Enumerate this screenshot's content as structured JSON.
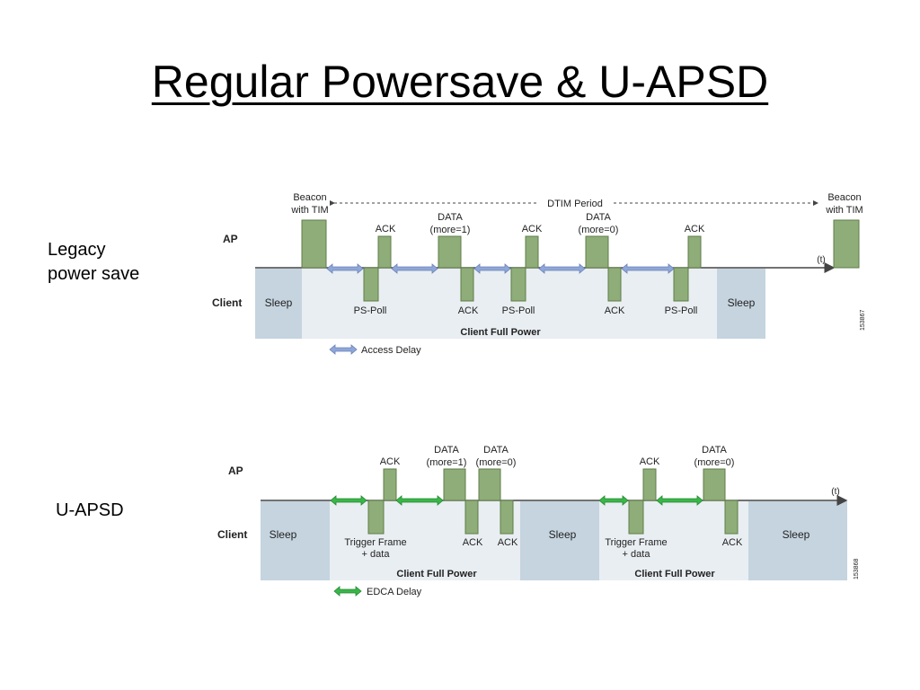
{
  "slide": {
    "title": "Regular Powersave & U-APSD",
    "label_legacy_line1": "Legacy",
    "label_legacy_line2": "power save",
    "label_uapsd": "U-APSD"
  },
  "legacy": {
    "ap_label": "AP",
    "client_label": "Client",
    "beacon1": [
      "Beacon",
      "with TIM"
    ],
    "beacon2": [
      "Beacon",
      "with TIM"
    ],
    "dtim": "DTIM Period",
    "time_axis": "(t)",
    "ack": "ACK",
    "data_more1": [
      "DATA",
      "(more=1)"
    ],
    "data_more0": [
      "DATA",
      "(more=0)"
    ],
    "ps_poll": "PS-Poll",
    "sleep": "Sleep",
    "full_power": "Client Full Power",
    "legend": "Access Delay",
    "fig_id": "153867"
  },
  "uapsd": {
    "ap_label": "AP",
    "client_label": "Client",
    "time_axis": "(t)",
    "ack": "ACK",
    "data_more1": [
      "DATA",
      "(more=1)"
    ],
    "data_more0": [
      "DATA",
      "(more=0)"
    ],
    "trigger": [
      "Trigger Frame",
      "+ data"
    ],
    "sleep": "Sleep",
    "full_power": "Client Full Power",
    "legend": "EDCA Delay",
    "fig_id": "153868"
  },
  "colors": {
    "frame": "#8fad78",
    "frame_stroke": "#5f7d4a",
    "sleep": "#c5d4df",
    "awake": "#e9eef2",
    "access_arrow": "#8fa6d8",
    "edca_arrow": "#3ab54a",
    "axis": "#444444"
  }
}
